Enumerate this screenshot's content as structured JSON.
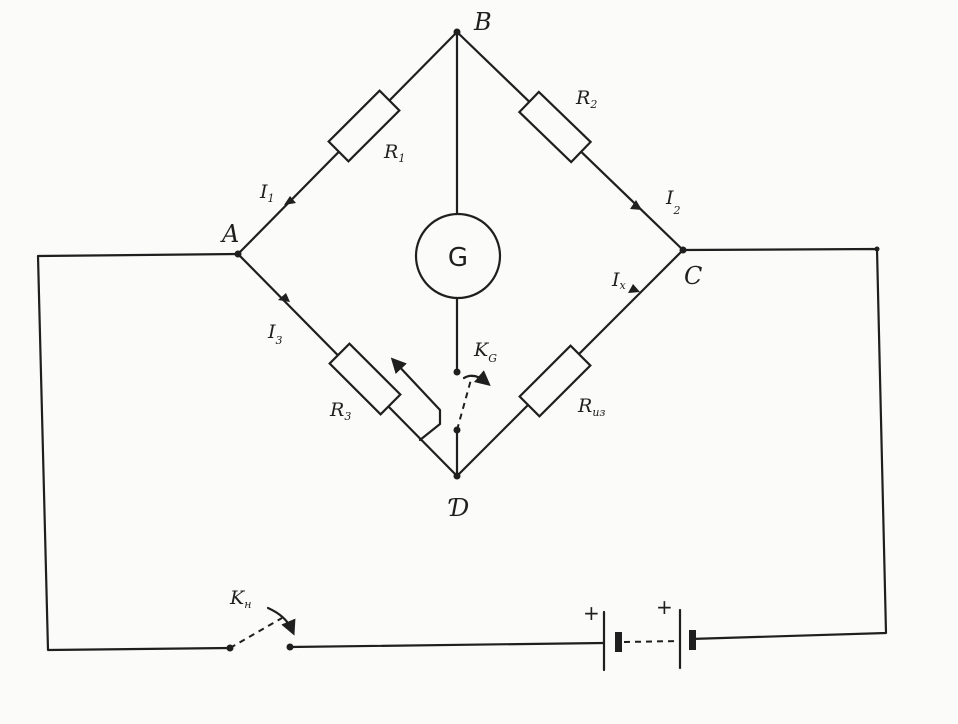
{
  "diagram": {
    "nodes": {
      "a": "A",
      "b": "B",
      "c": "C",
      "d": "Ɗ"
    },
    "resistors": {
      "r1": {
        "main": "R",
        "sub": "1"
      },
      "r2": {
        "main": "R",
        "sub": "2"
      },
      "r3": {
        "main": "R",
        "sub": "3"
      },
      "rx": {
        "main": "R",
        "sub": "из"
      }
    },
    "currents": {
      "i1": {
        "main": "I",
        "sub": "1"
      },
      "i2": {
        "main": "I",
        "sub": "2"
      },
      "i3": {
        "main": "I",
        "sub": "3"
      },
      "ix": {
        "main": "I",
        "sub": "x"
      }
    },
    "galvanometer": "G",
    "switch_g": {
      "main": "K",
      "sub": "G"
    },
    "switch_n": {
      "main": "K",
      "sub": "н"
    },
    "battery_plus_1": "+",
    "battery_plus_2": "+",
    "colors": {
      "ink": "#1f1f1f",
      "paper": "#fbfbfa"
    }
  }
}
